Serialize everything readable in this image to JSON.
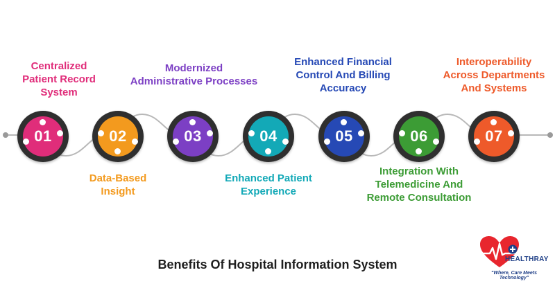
{
  "diagram": {
    "title": "Benefits Of Hospital Information System",
    "steps": [
      {
        "number": "01",
        "label": "Centralized\nPatient Record\nSystem",
        "color": "#e02d7a"
      },
      {
        "number": "02",
        "label": "Data-Based\nInsight",
        "color": "#f39a1e"
      },
      {
        "number": "03",
        "label": "Modernized\nAdministrative Processes",
        "color": "#7c3fc4"
      },
      {
        "number": "04",
        "label": "Enhanced Patient\nExperience",
        "color": "#13a9b7"
      },
      {
        "number": "05",
        "label": "Enhanced Financial\nControl And Billing\nAccuracy",
        "color": "#2649b5"
      },
      {
        "number": "06",
        "label": "Integration With\nTelemedicine And\nRemote Consultation",
        "color": "#3c9c35"
      },
      {
        "number": "07",
        "label": "Interoperability\nAcross Departments\nAnd Systems",
        "color": "#ee5a2a"
      }
    ]
  },
  "logo": {
    "name": "HEALTHRAY",
    "tagline": "\"Where, Care Meets Technology\""
  }
}
